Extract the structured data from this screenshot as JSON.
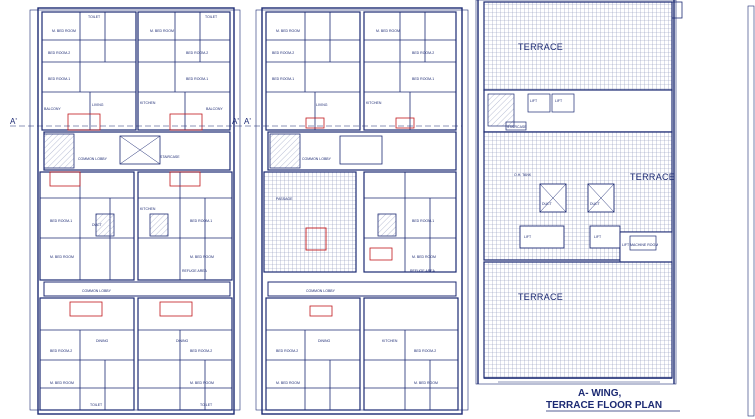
{
  "colors": {
    "ink": "#1c2a73",
    "red": "#c0181c",
    "hatch": "#8a93b8",
    "paper": "#ffffff"
  },
  "section_marks": {
    "a_left": "A'",
    "a_mid_left": "A'",
    "a_mid_right": "A'"
  },
  "terrace": {
    "top": "TERRACE",
    "right": "TERRACE",
    "bottom": "TERRACE",
    "title_line1": "A- WING,",
    "title_line2": "TERRACE FLOOR PLAN"
  },
  "rooms": {
    "bed_room_2": "BED ROOM-2",
    "bed_room_1": "BED ROOM-1",
    "m_bed_room": "M. BED ROOM",
    "toilet": "TOILET",
    "living": "LIVING",
    "kitchen": "KITCHEN",
    "balcony": "BALCONY",
    "dining": "DINING",
    "passage": "PASSAGE",
    "lobby": "LOBBY",
    "lift": "LIFT",
    "staircase": "STAIRCASE",
    "duct": "DUCT",
    "lift_lobby": "LIFT LOBBY",
    "refuge_area": "REFUGE AREA",
    "lift_machine": "LIFT MACHINE ROOM",
    "od_tank": "O.H. TANK",
    "common_lobby": "COMMON LOBBY"
  }
}
